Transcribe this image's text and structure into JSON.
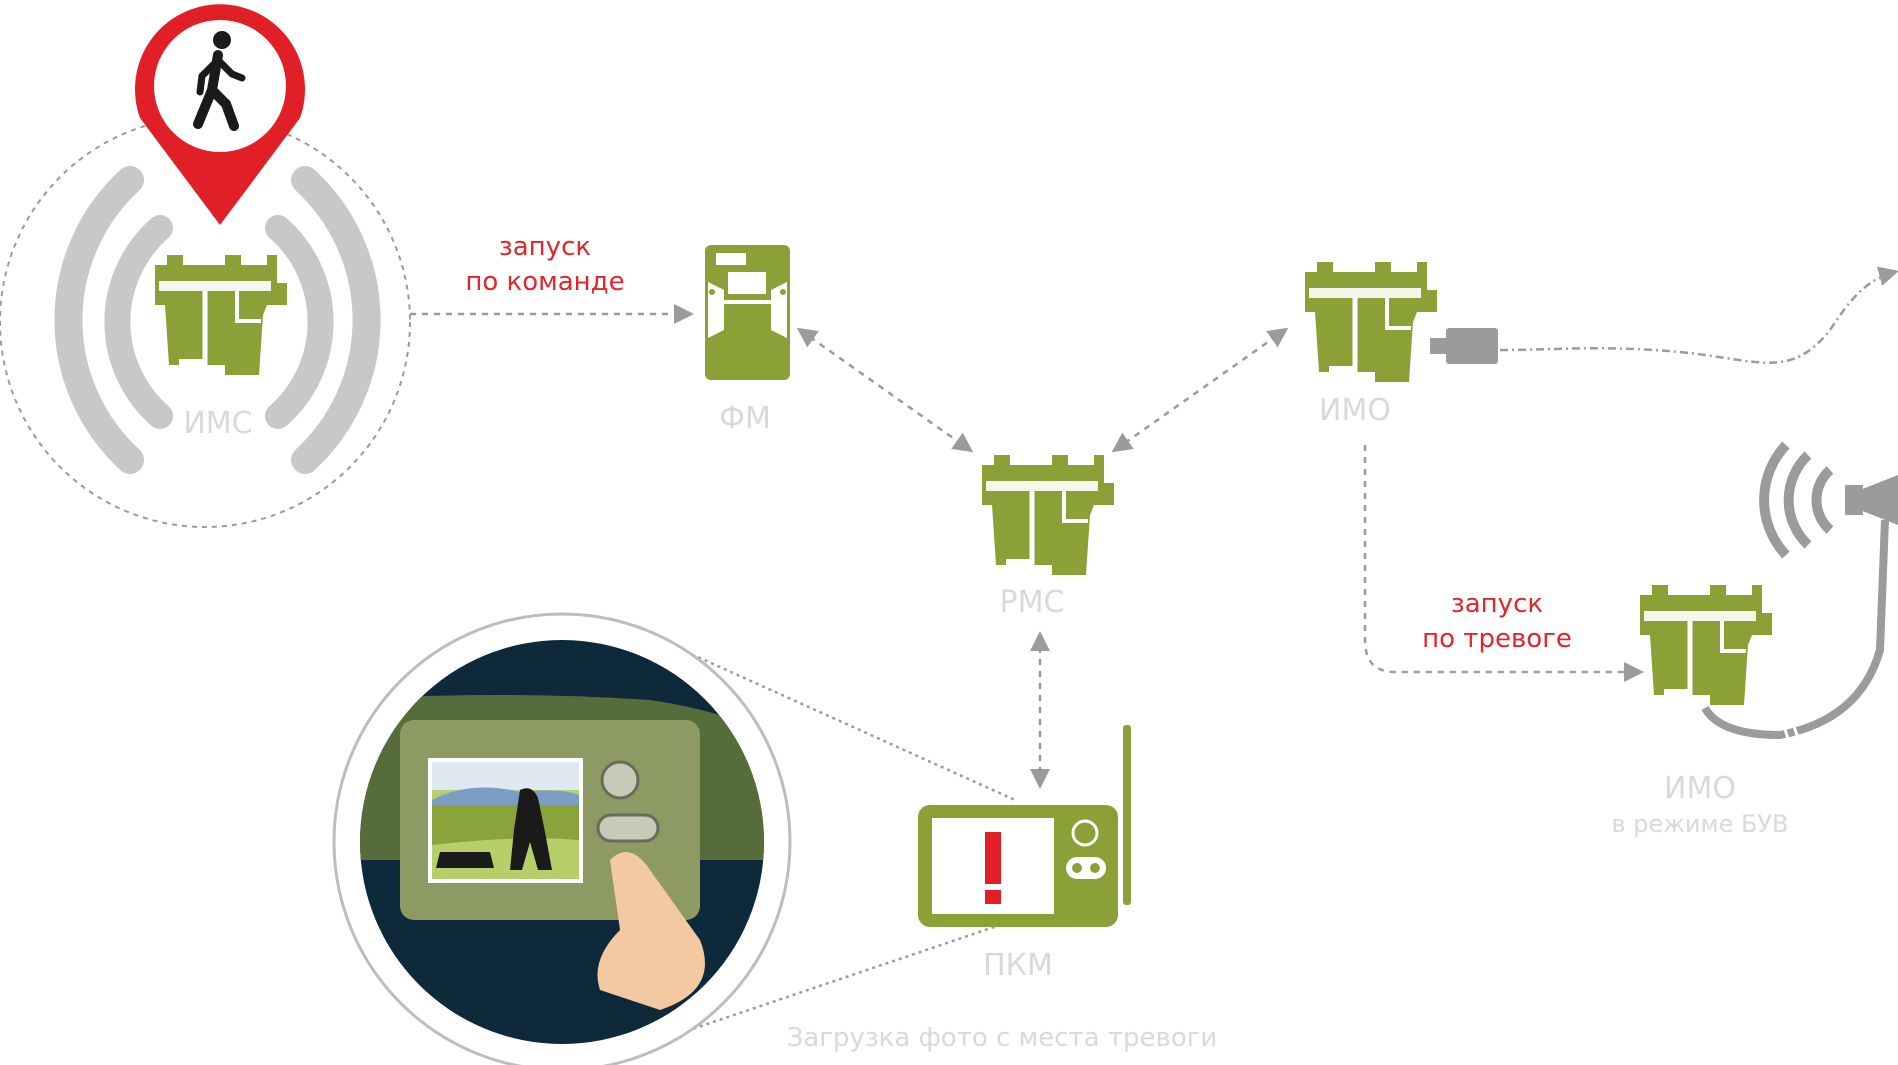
{
  "labels": {
    "ims": "ИМС",
    "fm": "ФМ",
    "imo": "ИМО",
    "rms": "РМС",
    "pkm": "ПКМ",
    "imo_buv_line1": "ИМО",
    "imo_buv_line2": "в режиме БУВ",
    "photo_upload": "Загрузка фото с места тревоги"
  },
  "annotations": {
    "launch_by_command_line1": "запуск",
    "launch_by_command_line2": "по команде",
    "launch_by_alarm_line1": "запуск",
    "launch_by_alarm_line2": "по тревоге"
  },
  "colors": {
    "device_green": "#8ca038",
    "device_dark": "#6f8129",
    "marker_red": "#e11f26",
    "connector_gray": "#9b9b9b",
    "label_gray": "#d9d9d9",
    "annotation_red": "#e3262b",
    "screen_dark": "#0e2a3a"
  },
  "icons": [
    "walking-person-icon",
    "location-pin-icon",
    "siren-speaker-icon",
    "alarm-exclamation-icon"
  ]
}
